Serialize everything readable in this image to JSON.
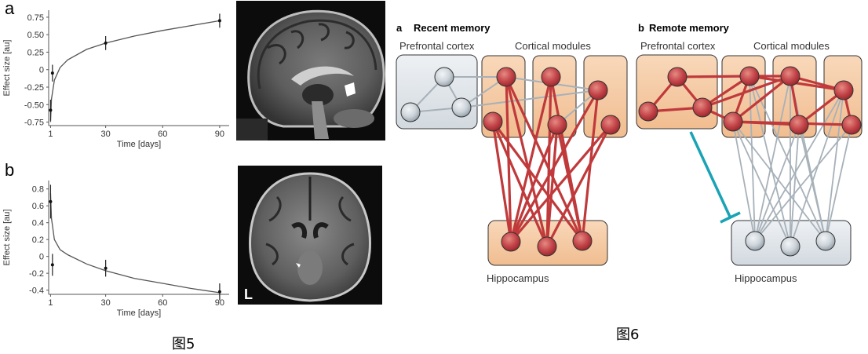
{
  "figure5": {
    "caption": "图5",
    "panel_a": {
      "letter": "a",
      "ylabel": "Effect size [au]",
      "xlabel": "Time [days]",
      "yticks": [
        "0.75",
        "0.50",
        "0.25",
        "0",
        "-0.25",
        "-0.50",
        "-0.75"
      ],
      "xticks": [
        "1",
        "30",
        "60",
        "90"
      ]
    },
    "panel_b": {
      "letter": "b",
      "ylabel": "Effect size [au]",
      "xlabel": "Time [days]",
      "yticks": [
        "0.8",
        "0.6",
        "0.4",
        "0.2",
        "0",
        "-0.2",
        "-0.4"
      ],
      "xticks": [
        "1",
        "30",
        "60",
        "90"
      ],
      "brain_marker": "L"
    }
  },
  "figure6": {
    "caption": "图6",
    "panel_a": {
      "letter": "a",
      "title": "Recent memory",
      "prefrontal_label": "Prefrontal cortex",
      "cortical_label": "Cortical modules",
      "hippocampus_label": "Hippocampus"
    },
    "panel_b": {
      "letter": "b",
      "title": "Remote memory",
      "prefrontal_label": "Prefrontal cortex",
      "cortical_label": "Cortical modules",
      "hippocampus_label": "Hippocampus"
    }
  },
  "colors": {
    "red_node": "#c0393b",
    "red_link": "#c0393b",
    "gray_node": "#c9d0d6",
    "gray_link": "#a7b1b9",
    "orange_box": "#f3c9a2",
    "gray_box": "#dde3e8",
    "inhibit": "#1aa3b5"
  },
  "chart_data": [
    {
      "type": "scatter",
      "title": "",
      "xlabel": "Time [days]",
      "ylabel": "Effect size [au]",
      "xlim": [
        0,
        95
      ],
      "ylim": [
        -0.8,
        0.85
      ],
      "xticks": [
        1,
        30,
        60,
        90
      ],
      "points": [
        {
          "x": 1,
          "y": -0.58,
          "err": 0.15
        },
        {
          "x": 2,
          "y": -0.05,
          "err": 0.12
        },
        {
          "x": 30,
          "y": 0.38,
          "err": 0.1
        },
        {
          "x": 90,
          "y": 0.7,
          "err": 0.1
        }
      ],
      "fit": [
        [
          1,
          -0.75
        ],
        [
          1.5,
          -0.42
        ],
        [
          3,
          -0.15
        ],
        [
          6,
          0.03
        ],
        [
          10,
          0.14
        ],
        [
          20,
          0.29
        ],
        [
          30,
          0.38
        ],
        [
          45,
          0.48
        ],
        [
          60,
          0.56
        ],
        [
          75,
          0.63
        ],
        [
          90,
          0.7
        ]
      ]
    },
    {
      "type": "scatter",
      "title": "",
      "xlabel": "Time [days]",
      "ylabel": "Effect size [au]",
      "xlim": [
        0,
        95
      ],
      "ylim": [
        -0.45,
        0.9
      ],
      "xticks": [
        1,
        30,
        60,
        90
      ],
      "points": [
        {
          "x": 1,
          "y": 0.65,
          "err": 0.2
        },
        {
          "x": 2,
          "y": -0.1,
          "err": 0.13
        },
        {
          "x": 30,
          "y": -0.14,
          "err": 0.1
        },
        {
          "x": 90,
          "y": -0.42,
          "err": 0.1
        }
      ],
      "fit": [
        [
          1,
          0.75
        ],
        [
          1.5,
          0.45
        ],
        [
          3,
          0.2
        ],
        [
          6,
          0.08
        ],
        [
          10,
          0.02
        ],
        [
          20,
          -0.09
        ],
        [
          30,
          -0.17
        ],
        [
          45,
          -0.26
        ],
        [
          60,
          -0.32
        ],
        [
          75,
          -0.38
        ],
        [
          90,
          -0.43
        ]
      ]
    }
  ]
}
